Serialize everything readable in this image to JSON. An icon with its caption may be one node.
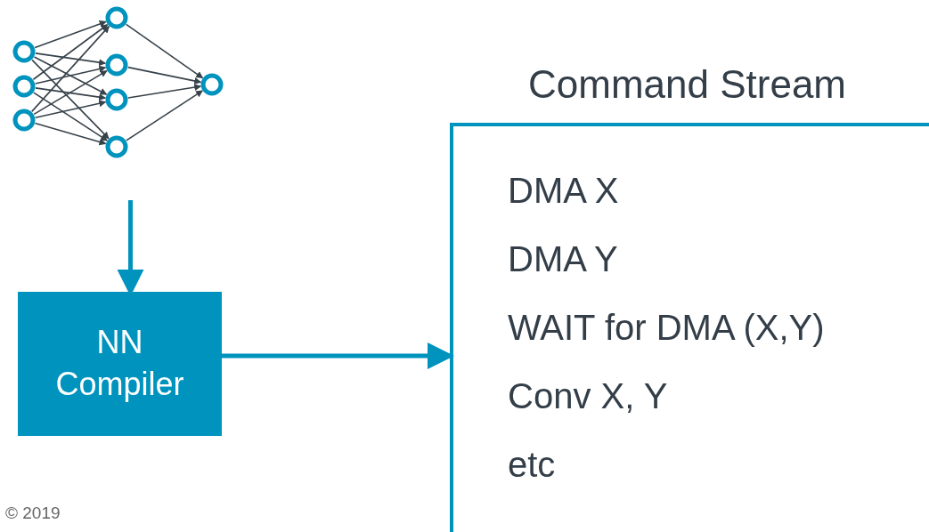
{
  "diagram": {
    "nodes": [
      {
        "text": [],
        "shape": "picture"
      },
      {
        "text": [
          "NN Compiler"
        ]
      },
      {
        "text": [
          "Command Stream",
          "DMA X",
          "DMA Y",
          "WAIT for DMA (X,Y)",
          "Conv X, Y",
          "etc"
        ]
      }
    ],
    "edges": [
      {
        "from": 0,
        "to": 1,
        "arrow": "to"
      },
      {
        "from": 1,
        "to": 2,
        "arrow": "to"
      }
    ],
    "labels": [
      "© 2019"
    ]
  }
}
